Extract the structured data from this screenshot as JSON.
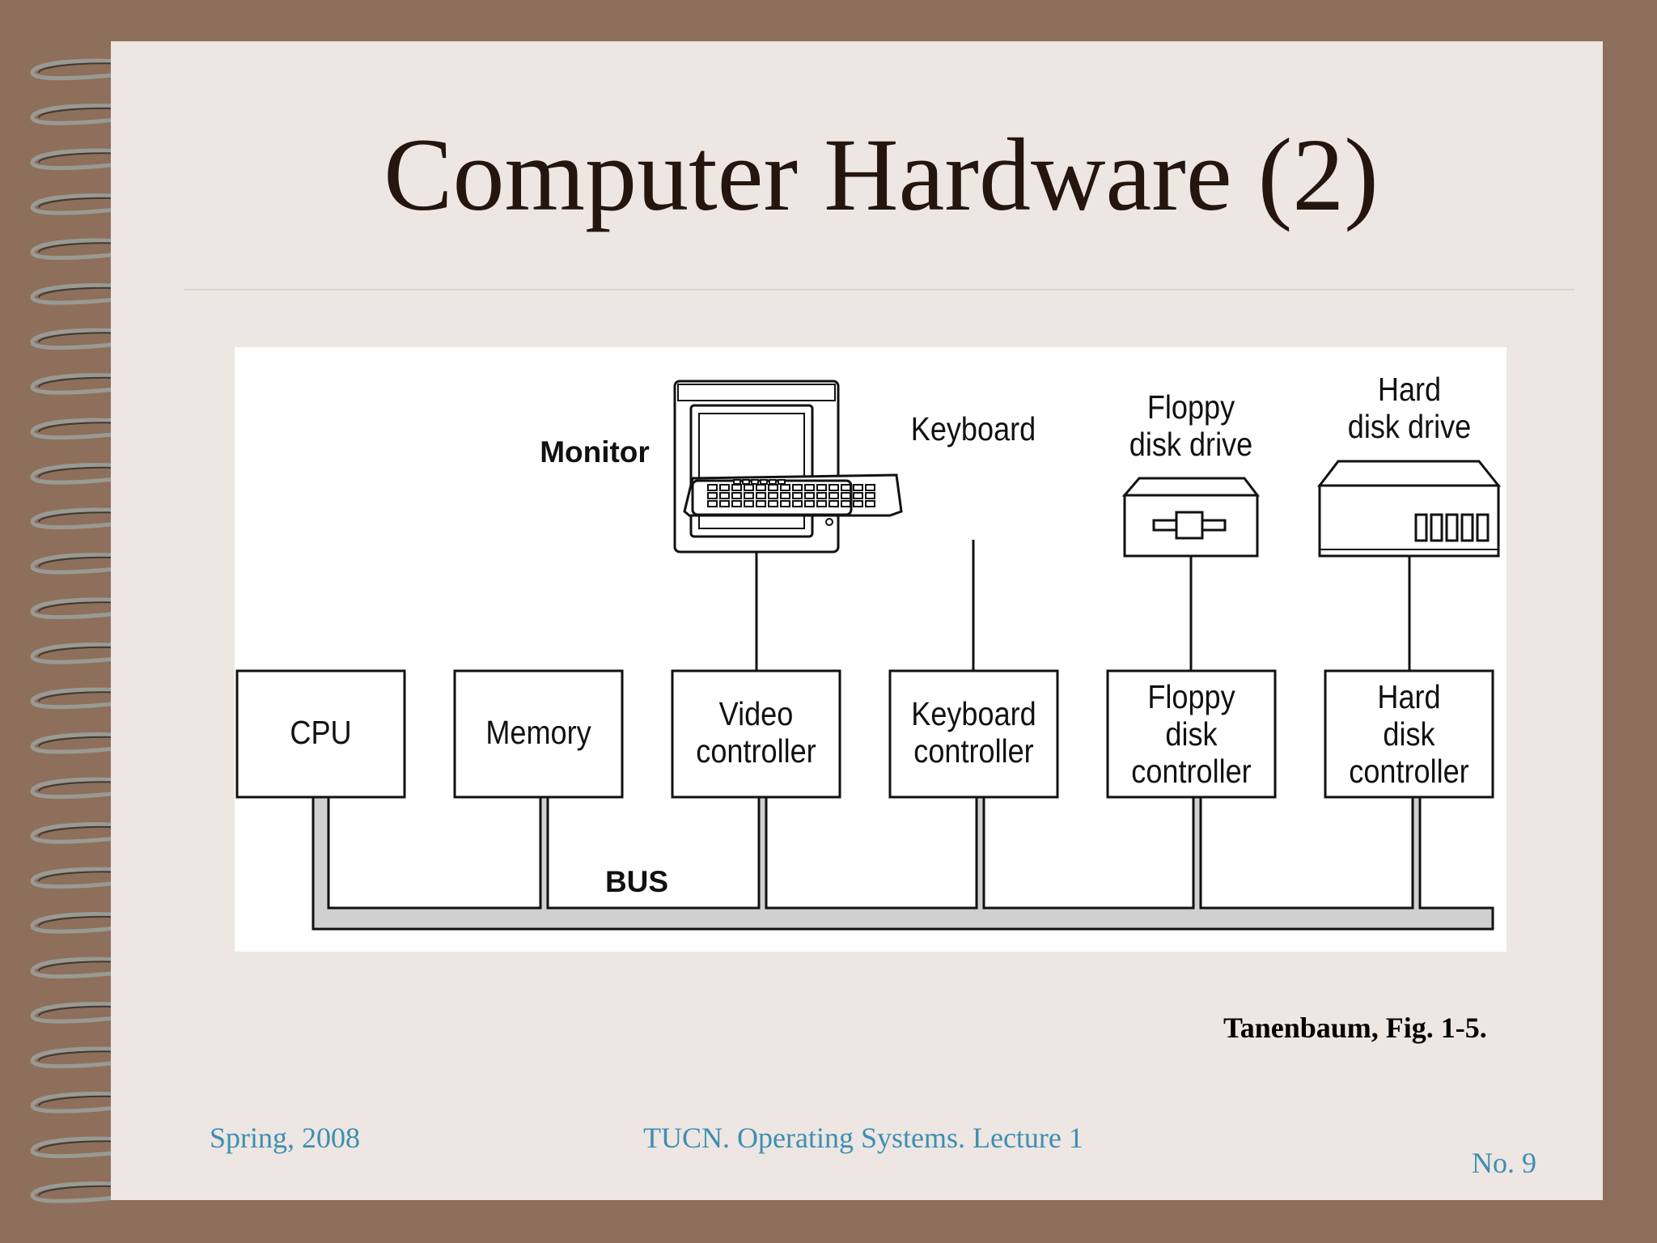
{
  "slide": {
    "title": "Computer Hardware (2)",
    "caption": "Tanenbaum, Fig. 1-5.",
    "footer_left": "Spring, 2008",
    "footer_center": "TUCN. Operating Systems. Lecture 1",
    "footer_right": "No. 9"
  },
  "diagram": {
    "devices": {
      "monitor": "Monitor",
      "keyboard": "Keyboard",
      "floppy_line1": "Floppy",
      "floppy_line2": "disk drive",
      "hard_line1": "Hard",
      "hard_line2": "disk drive"
    },
    "controllers": {
      "cpu": "CPU",
      "memory": "Memory",
      "video_line1": "Video",
      "video_line2": "controller",
      "keyboard_line1": "Keyboard",
      "keyboard_line2": "controller",
      "floppy_line1": "Floppy",
      "floppy_line2": "disk",
      "floppy_line3": "controller",
      "hard_line1": "Hard",
      "hard_line2": "disk",
      "hard_line3": "controller"
    },
    "bus_label": "BUS",
    "colors": {
      "bus_fill": "#d0d0d0",
      "stroke": "#111111"
    }
  }
}
